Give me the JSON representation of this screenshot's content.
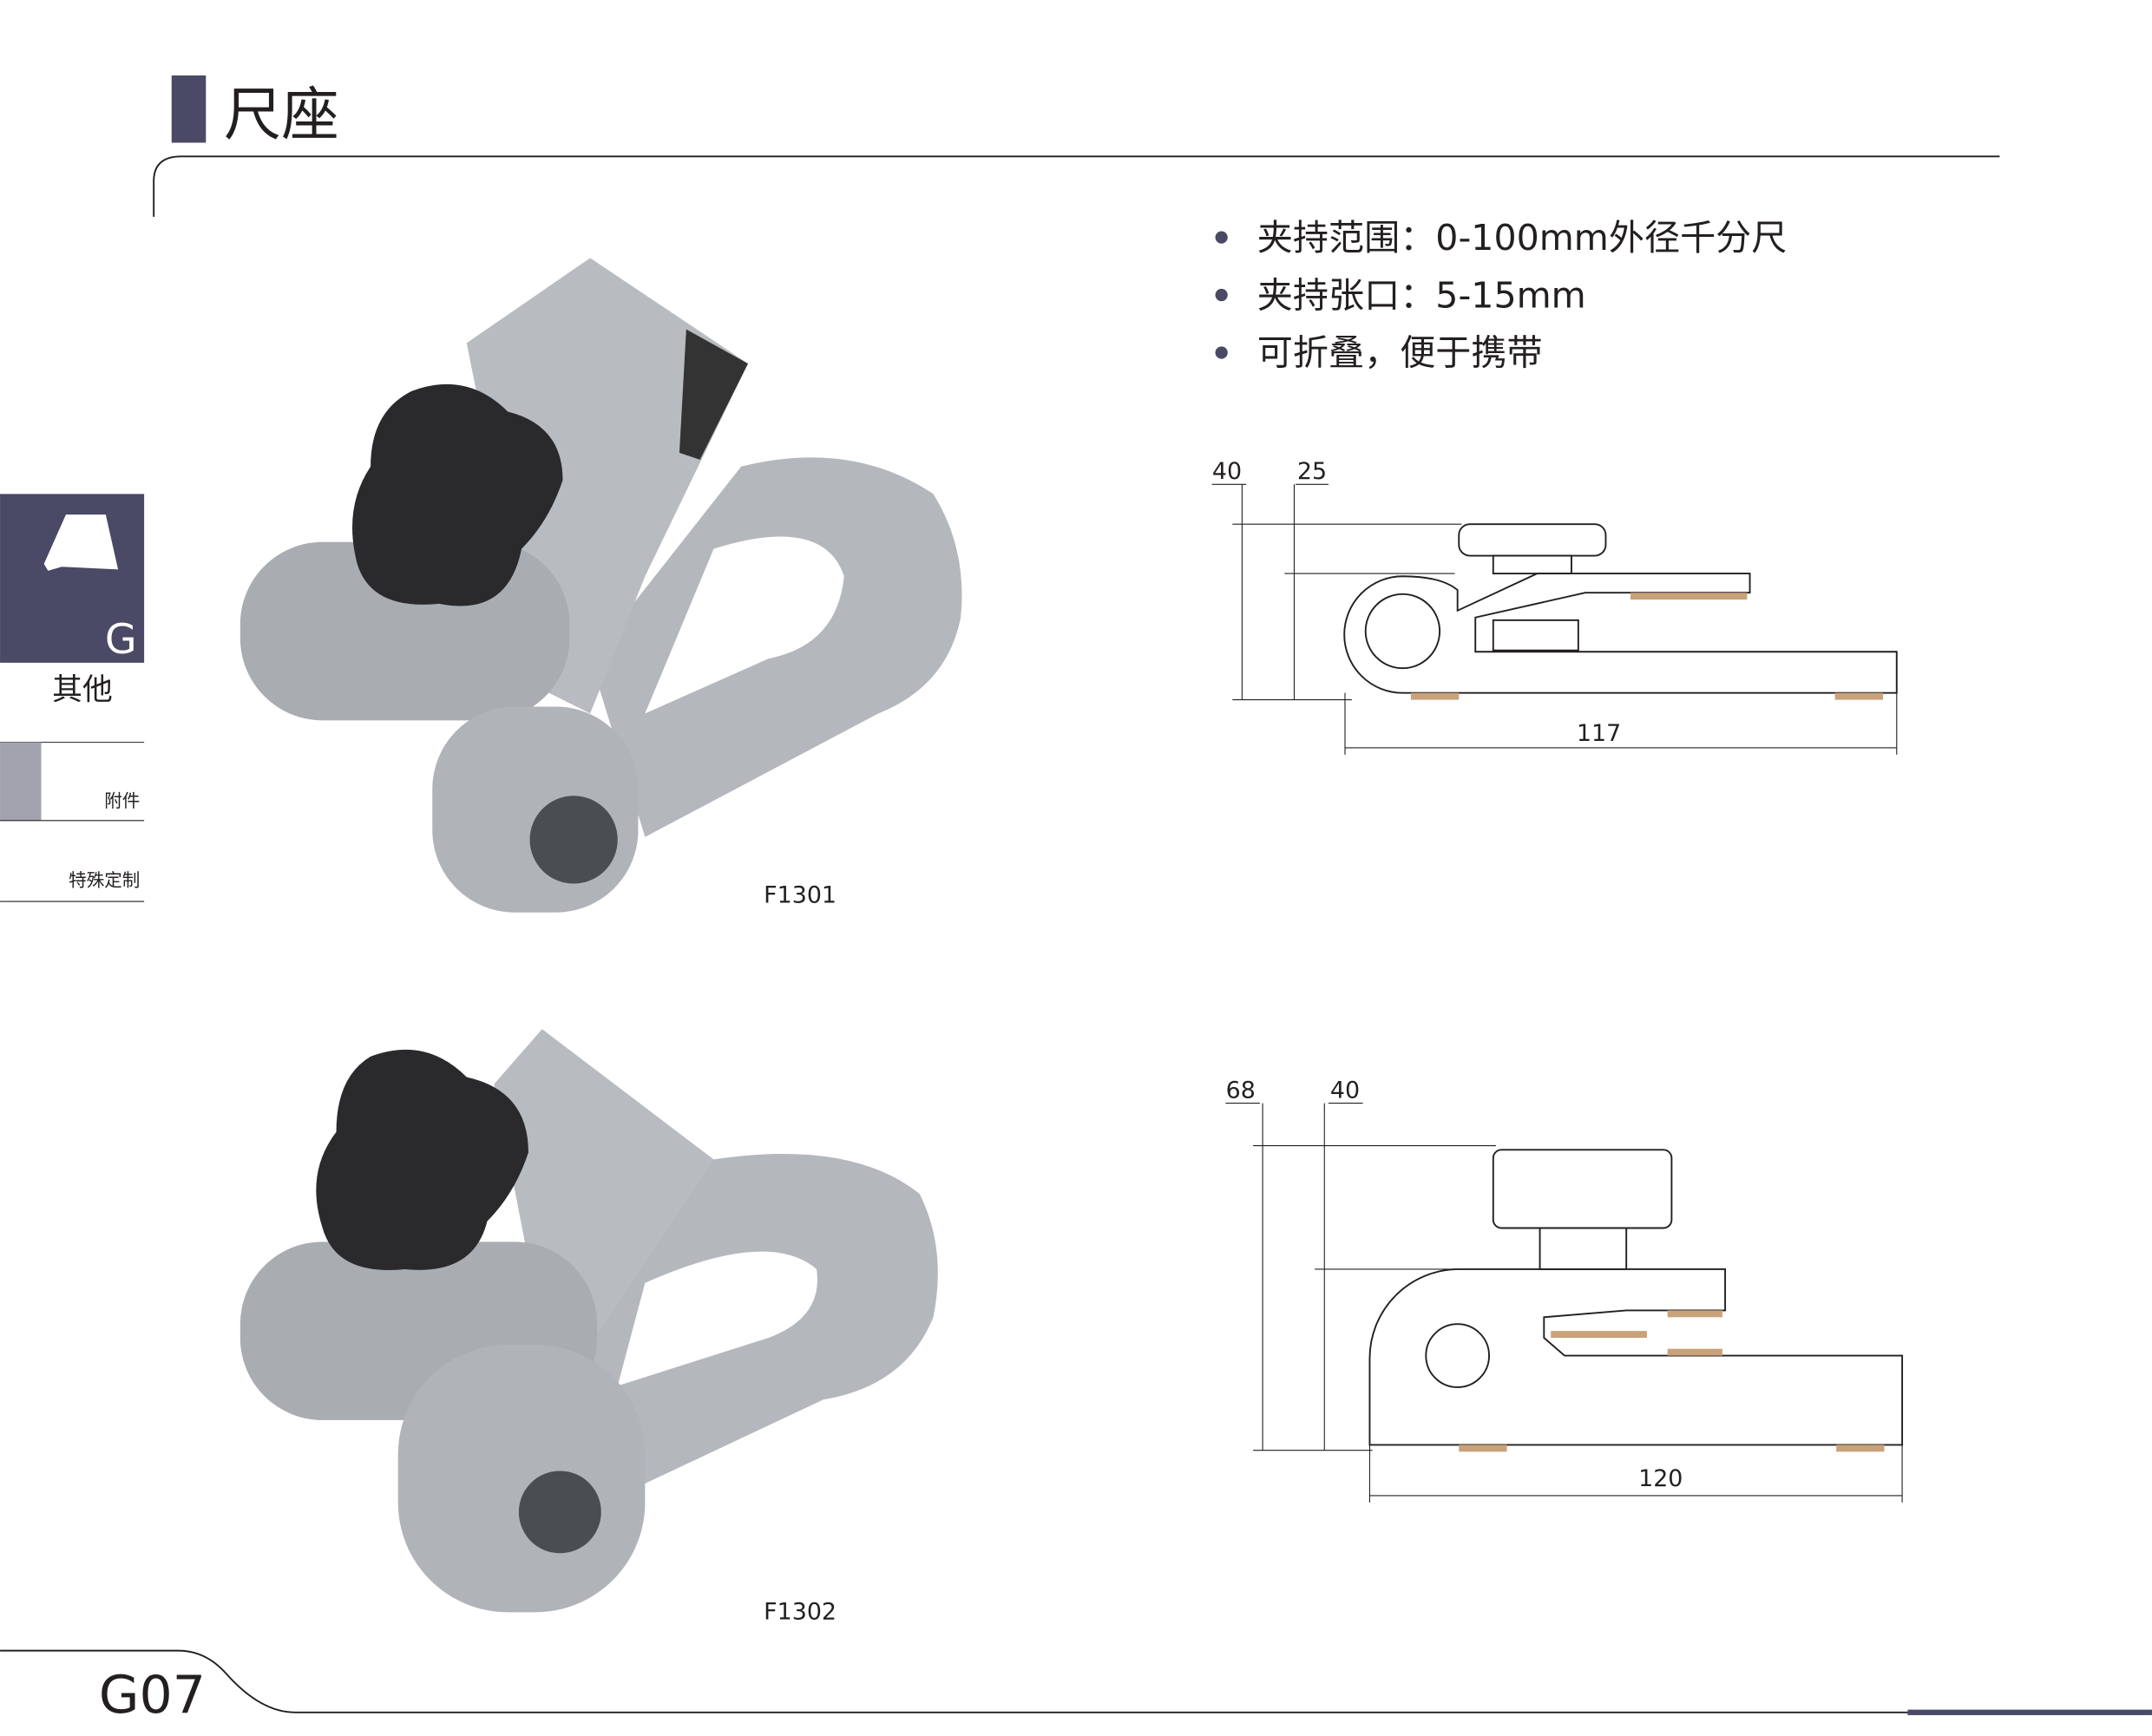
{
  "header": {
    "title": "尺座"
  },
  "sidebar": {
    "section_letter": "G",
    "section_label": "其他",
    "items": [
      {
        "label": "附件",
        "active": true
      },
      {
        "label": "特殊定制",
        "active": false
      }
    ]
  },
  "features": [
    "夹持范围：0-100mm外径千分尺",
    "夹持张口：5-15mm",
    "可折叠，便于携带"
  ],
  "products": [
    {
      "model": "F1301",
      "dimensions": {
        "height": "40",
        "jaw_height": "25",
        "length": "117"
      }
    },
    {
      "model": "F1302",
      "dimensions": {
        "height": "68",
        "jaw_height": "40",
        "length": "120"
      }
    }
  ],
  "footer": {
    "page_number": "G07"
  },
  "colors": {
    "accent": "#4a4a66",
    "sidebar_active": "#a3a3b0",
    "product_grey": "#b4b8bd",
    "knob": "#2a2a2c"
  }
}
